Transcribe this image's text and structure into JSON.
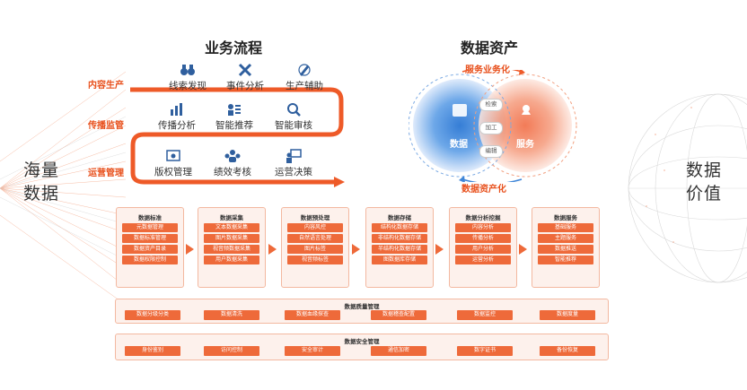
{
  "left_side": {
    "line1": "海量",
    "line2": "数据"
  },
  "right_side": {
    "line1": "数据",
    "line2": "价值"
  },
  "business": {
    "title": "业务流程",
    "rows": [
      {
        "label": "内容生产",
        "items": [
          "线索发现",
          "事件分析",
          "生产辅助"
        ]
      },
      {
        "label": "传播监管",
        "items": [
          "传播分析",
          "智能推荐",
          "智能审核"
        ]
      },
      {
        "label": "运营管理",
        "items": [
          "版权管理",
          "绩效考核",
          "运营决策"
        ]
      }
    ]
  },
  "assets": {
    "title": "数据资产",
    "top_label": "服务业务化",
    "bottom_label": "数据资产化",
    "left_circle": "数据",
    "right_circle": "服务",
    "middle": [
      "检索",
      "加工",
      "编辑"
    ]
  },
  "pipeline": [
    {
      "title": "数据标准",
      "items": [
        "元数据管理",
        "数据标准管理",
        "数据资产目录",
        "数据权限控制"
      ]
    },
    {
      "title": "数据采集",
      "items": [
        "文本数据采集",
        "图片数据采集",
        "视音频数据采集",
        "用户数据采集"
      ]
    },
    {
      "title": "数据预处理",
      "items": [
        "内容风控",
        "自然语言处理",
        "图片标签",
        "视音频标签"
      ]
    },
    {
      "title": "数据存储",
      "items": [
        "结构化数据存储",
        "非结构化数据存储",
        "半结构化数据存储",
        "图数据库存储"
      ]
    },
    {
      "title": "数据分析挖掘",
      "items": [
        "内容分析",
        "传播分析",
        "用户分析",
        "运营分析"
      ]
    },
    {
      "title": "数据服务",
      "items": [
        "基础服务",
        "主题服务",
        "数据推送",
        "智能推荐"
      ]
    }
  ],
  "quality": {
    "title": "数据质量管理",
    "items": [
      "数据分级分类",
      "数据清洗",
      "数据血缘探查",
      "数据稽查配置",
      "数据监控",
      "数据度量"
    ]
  },
  "security": {
    "title": "数据安全管理",
    "items": [
      "身份鉴别",
      "访问控制",
      "安全审计",
      "通信加密",
      "数字证书",
      "备份恢复"
    ]
  },
  "colors": {
    "accent": "#ee6a3a",
    "accent_dark": "#e8501c",
    "blue": "#3f86d8"
  }
}
